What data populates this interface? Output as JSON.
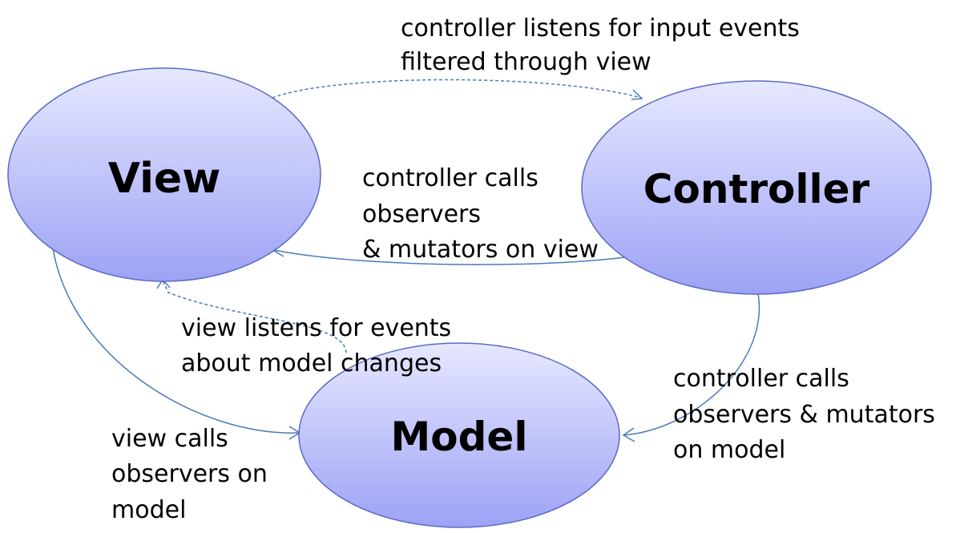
{
  "nodes": {
    "view": {
      "label": "View"
    },
    "controller": {
      "label": "Controller"
    },
    "model": {
      "label": "Model"
    }
  },
  "edges": {
    "view_to_controller": {
      "lines": [
        "controller listens for input events",
        "filtered through view"
      ],
      "style": "dashed"
    },
    "controller_to_view": {
      "lines": [
        "controller calls",
        "observers",
        "& mutators on view"
      ],
      "style": "solid"
    },
    "model_to_view": {
      "lines": [
        "view listens for events",
        "about model changes"
      ],
      "style": "dashed"
    },
    "controller_to_model": {
      "lines": [
        "controller calls",
        "observers & mutators",
        "on model"
      ],
      "style": "solid"
    },
    "view_to_model": {
      "lines": [
        "view calls",
        "observers on",
        "model"
      ],
      "style": "solid"
    }
  },
  "colors": {
    "node_fill_top": "#e6e8ff",
    "node_fill_bottom": "#9da2f5",
    "node_stroke": "#5a6bc4",
    "edge": "#4a7bb7",
    "text": "#000000"
  }
}
